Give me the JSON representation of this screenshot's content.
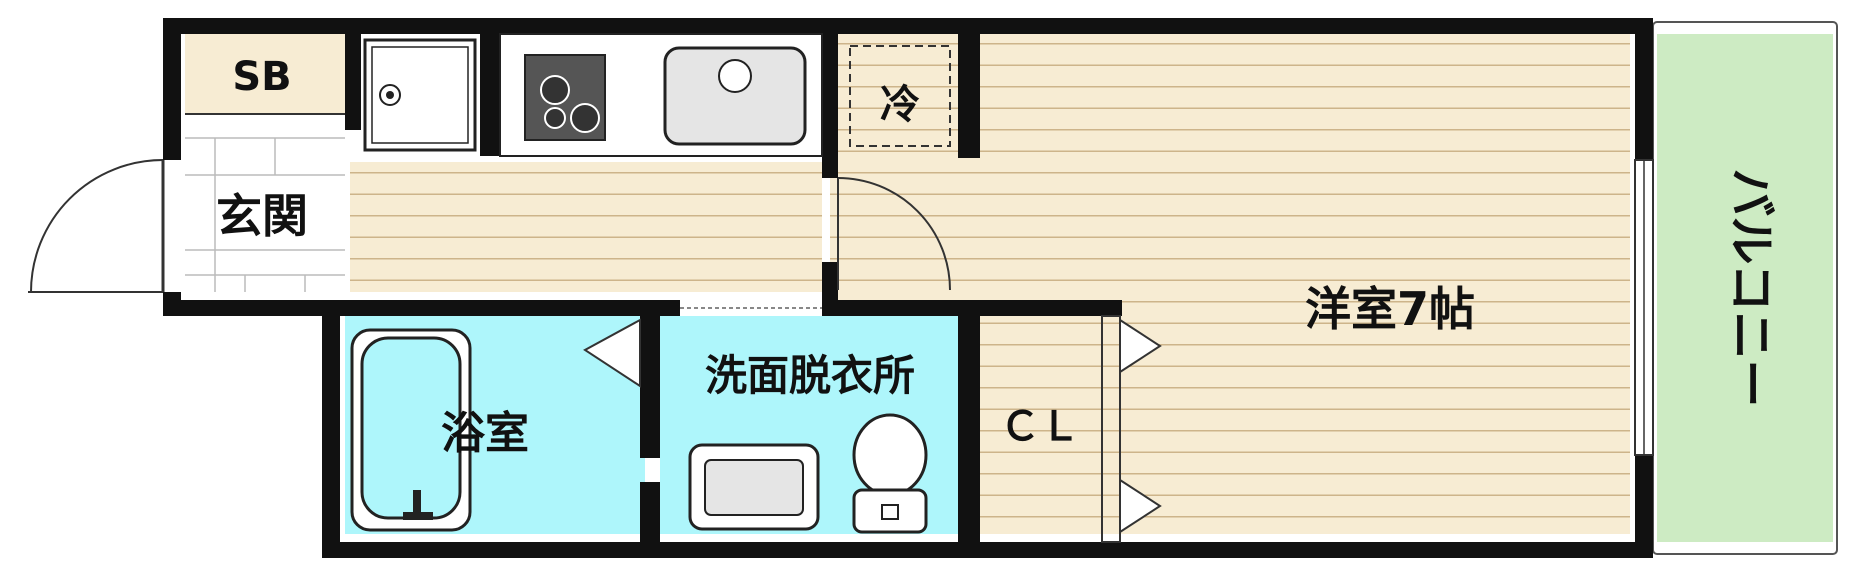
{
  "rooms": {
    "shoebox": "SB",
    "entrance": "玄関",
    "bathroom": "浴室",
    "washroom": "洗面脱衣所",
    "closet": "ＣＬ",
    "fridge": "冷",
    "western_room": "洋室7帖",
    "balcony": "バルコニー"
  },
  "colors": {
    "floor": "#f7ecd3",
    "floor_line": "#cdb48a",
    "water_area": "#aef6fb",
    "balcony": "#cdebc3",
    "wall": "#111111",
    "white": "#ffffff"
  }
}
